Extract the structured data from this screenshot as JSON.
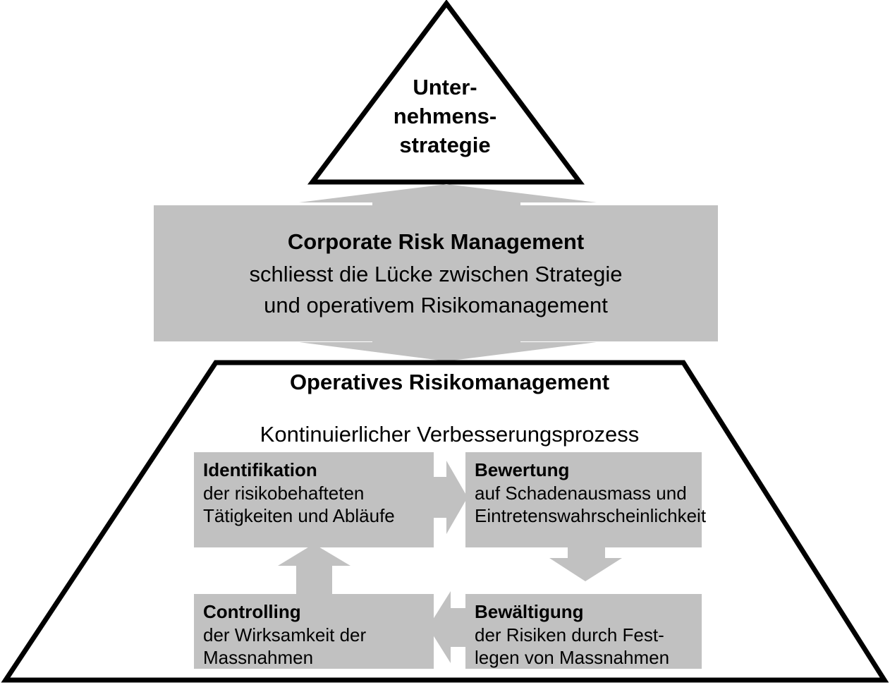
{
  "diagram": {
    "title": "Corporate Risk Management Pyramide",
    "colors": {
      "fill_gray": "#c1c1c1",
      "stroke_black": "#000000",
      "background": "#ffffff"
    },
    "apex": {
      "shape": "triangle",
      "label_lines": [
        "Unter-",
        "nehmens-",
        "strategie"
      ],
      "label": "Unter-\nnehmens-\nstrategie"
    },
    "middle_band": {
      "shape": "rectangle",
      "title": "Corporate Risk Management",
      "line1": "schliesst die Lücke zwischen Strategie",
      "line2": "und operativem Risikomanagement"
    },
    "arrows": {
      "band_up": "arrow-up-to-strategy",
      "band_down": "arrow-down-to-operations",
      "identifikation_to_bewertung": "arrow-right",
      "bewertung_to_bewaeltigung": "arrow-down",
      "bewaeltigung_to_controlling": "arrow-left",
      "controlling_to_identifikation": "arrow-up"
    },
    "base": {
      "shape": "trapezoid",
      "title": "Operatives Risikomanagement",
      "subtitle": "Kontinuierlicher Verbesserungsprozess",
      "process_boxes": [
        {
          "key": "identifikation",
          "title": "Identifikation",
          "desc_lines": [
            "der risikobehafteten",
            "Tätigkeiten und Abläufe"
          ],
          "desc": "der risikobehafteten\nTätigkeiten und Abläufe"
        },
        {
          "key": "bewertung",
          "title": "Bewertung",
          "desc_lines": [
            "auf Schadenausmass und",
            "Eintretenswahrscheinlichkeit"
          ],
          "desc": "auf Schadenausmass und\nEintretenswahrscheinlichkeit"
        },
        {
          "key": "bewaeltigung",
          "title": "Bewältigung",
          "desc_lines": [
            "der Risiken durch Fest-",
            "legen von Massnahmen"
          ],
          "desc": "der Risiken durch Fest-\nlegen von Massnahmen"
        },
        {
          "key": "controlling",
          "title": "Controlling",
          "desc_lines": [
            "der Wirksamkeit der",
            "Massnahmen"
          ],
          "desc": "der Wirksamkeit der\nMassnahmen"
        }
      ]
    }
  }
}
